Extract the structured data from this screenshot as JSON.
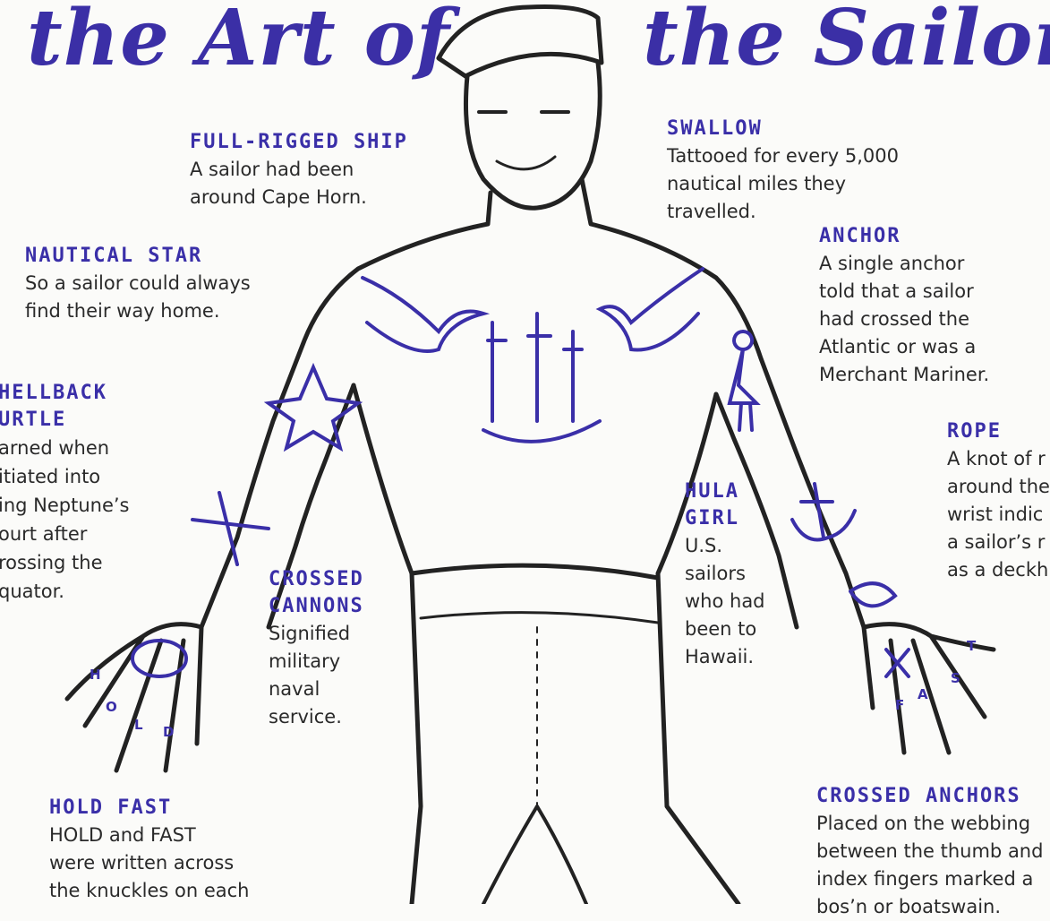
{
  "title": {
    "left": "the Art of",
    "right": "the Sailor"
  },
  "colors": {
    "ink": "#3a2fa8",
    "outline": "#222222",
    "text": "#2a2a2a"
  },
  "tattoos": [
    {
      "id": "full-rigged-ship",
      "heading": [
        "FULL-RIGGED SHIP"
      ],
      "body": [
        "A sailor had been",
        "around Cape Horn."
      ]
    },
    {
      "id": "nautical-star",
      "heading": [
        "NAUTICAL STAR"
      ],
      "body": [
        "So a sailor could always",
        "find their way home."
      ]
    },
    {
      "id": "shellback-turtle",
      "heading": [
        "HELLBACK",
        "URTLE"
      ],
      "body": [
        "arned when",
        "itiated into",
        "ing Neptune’s",
        "ourt after",
        "rossing the",
        "quator."
      ]
    },
    {
      "id": "swallow",
      "heading": [
        "SWALLOW"
      ],
      "body": [
        "Tattooed for every 5,000",
        "nautical miles they",
        "travelled."
      ]
    },
    {
      "id": "anchor",
      "heading": [
        "ANCHOR"
      ],
      "body": [
        "A single anchor",
        "told that a sailor",
        "had crossed the",
        "Atlantic or was a",
        "Merchant Mariner."
      ]
    },
    {
      "id": "rope",
      "heading": [
        "ROPE"
      ],
      "body": [
        "A knot of r",
        "around the",
        "wrist indic",
        "a sailor’s r",
        "as a deckh"
      ]
    },
    {
      "id": "hula-girl",
      "heading": [
        "HULA",
        "GIRL"
      ],
      "body": [
        "U.S.",
        "sailors",
        "who had",
        "been to",
        "Hawaii."
      ]
    },
    {
      "id": "crossed-cannons",
      "heading": [
        "CROSSED",
        "CANNONS"
      ],
      "body": [
        "Signified",
        "military",
        "naval",
        "service."
      ]
    },
    {
      "id": "hold-fast",
      "heading": [
        "HOLD FAST"
      ],
      "body": [
        "HOLD and FAST",
        "were written across",
        "the knuckles on each"
      ]
    },
    {
      "id": "crossed-anchors",
      "heading": [
        "CROSSED ANCHORS"
      ],
      "body": [
        "Placed on the webbing",
        "between the thumb and",
        "index fingers marked a",
        "bos’n or boatswain."
      ]
    }
  ],
  "knuckles": {
    "left": [
      "H",
      "O",
      "L",
      "D"
    ],
    "right": [
      "F",
      "A",
      "S",
      "T"
    ]
  }
}
